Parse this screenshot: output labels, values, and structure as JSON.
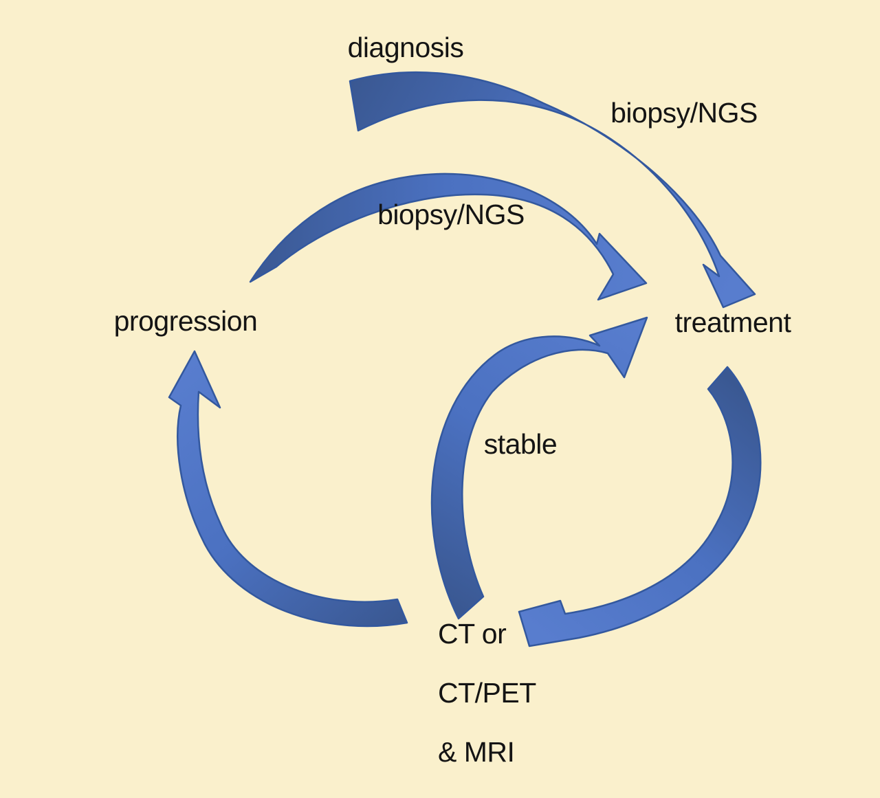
{
  "colors": {
    "background": "#faf0cc",
    "arrow_body": "#4b71c1",
    "arrow_tail_dark": "#3a5892",
    "arrow_head_light": "#587dce",
    "arrow_outline": "#33589e",
    "text": "#141414"
  },
  "labels": {
    "diagnosis": "diagnosis",
    "biopsy_ngs_top": "biopsy/NGS",
    "biopsy_ngs_mid": "biopsy/NGS",
    "progression": "progression",
    "treatment": "treatment",
    "stable": "stable",
    "imaging_line1": "CT or",
    "imaging_line2": "CT/PET",
    "imaging_line3": "& MRI"
  },
  "diagram": {
    "type": "cycle-flow",
    "nodes": [
      {
        "id": "diagnosis",
        "label": "diagnosis"
      },
      {
        "id": "treatment",
        "label": "treatment"
      },
      {
        "id": "imaging",
        "label": "CT or CT/PET & MRI"
      },
      {
        "id": "progression",
        "label": "progression"
      }
    ],
    "edges": [
      {
        "from": "diagnosis",
        "to": "treatment",
        "label": "biopsy/NGS"
      },
      {
        "from": "progression",
        "to": "treatment",
        "label": "biopsy/NGS"
      },
      {
        "from": "treatment",
        "to": "imaging",
        "label": ""
      },
      {
        "from": "imaging",
        "to": "treatment",
        "label": "stable"
      },
      {
        "from": "imaging",
        "to": "progression",
        "label": ""
      }
    ]
  }
}
